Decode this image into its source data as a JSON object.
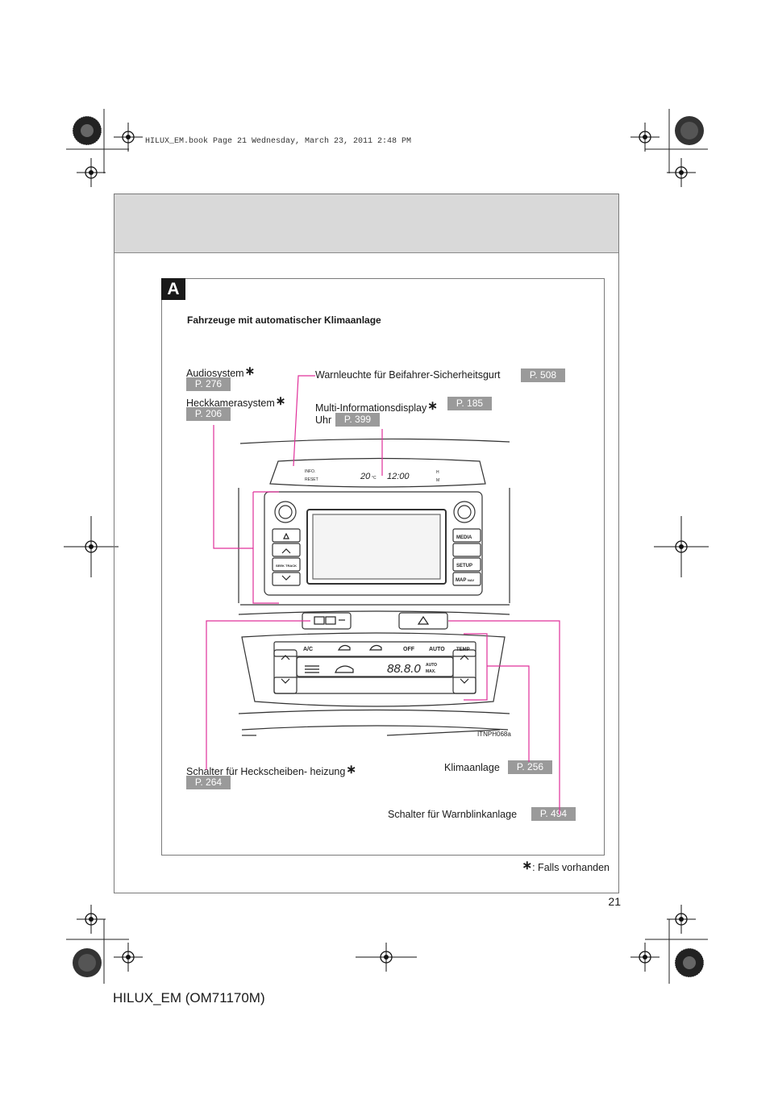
{
  "header": {
    "slug": "HILUX_EM.book  Page 21  Wednesday, March 23, 2011  2:48 PM"
  },
  "section": {
    "letter": "A",
    "subtitle": "Fahrzeuge mit automatischer Klimaanlage"
  },
  "callouts": {
    "audio": {
      "label": "Audiosystem",
      "ref": "P. 276"
    },
    "camera": {
      "label": "Heckkamerasystem",
      "ref": "P. 206"
    },
    "seatbelt": {
      "label": "Warnleuchte für Beifahrer-Sicherheitsgurt",
      "ref": "P. 508"
    },
    "multi": {
      "label": "Multi-Informationsdisplay",
      "ref": "P. 185"
    },
    "clock": {
      "label": "Uhr",
      "ref": "P. 399"
    },
    "defogger": {
      "label": "Schalter für Heckscheiben- heizung",
      "ref": "P. 264"
    },
    "aircon": {
      "label": "Klimaanlage",
      "ref": "P. 256"
    },
    "hazard": {
      "label": "Schalter für Warnblinkanlage",
      "ref": "P. 494"
    }
  },
  "star_symbol": "∗",
  "footnote": ": Falls vorhanden",
  "figure": {
    "id": "ITNPH068a",
    "info_label": "INFO.",
    "reset_label": "RESET",
    "temp_display": "20",
    "temp_unit": "°C",
    "clock_display": "12:00",
    "h_label": "H",
    "m_label": "M",
    "media_label": "MEDIA",
    "setup_label": "SETUP",
    "map_label": "MAP",
    "nav_label": "NAV",
    "seek_label": "SEEK TRACK",
    "ac_label": "A/C",
    "off_label": "OFF",
    "auto_label": "AUTO",
    "temp_label": "TEMP",
    "climate_display": "88.8.0",
    "auto_badge": "AUTO",
    "max_badge": "MAX."
  },
  "page_number": "21",
  "footer_code": "HILUX_EM (OM71170M)",
  "colors": {
    "leader": "#e0309a",
    "ref_badge": "#9a9a9a",
    "band": "#d9d9d9"
  }
}
